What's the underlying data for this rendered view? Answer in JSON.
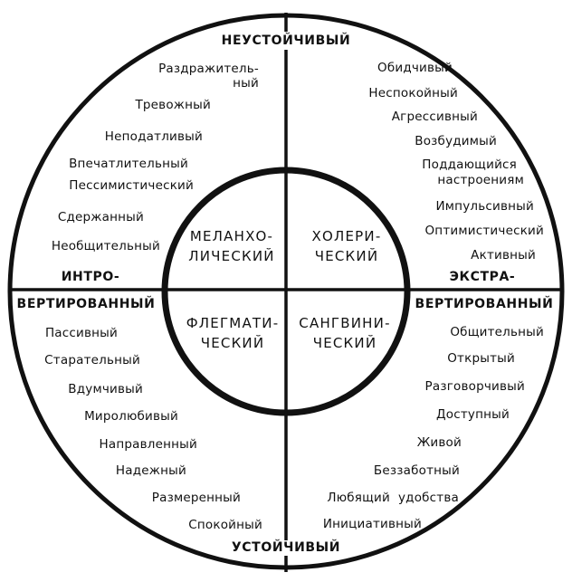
{
  "axes": {
    "top": "НЕУСТОЙЧИВЫЙ",
    "bottom": "УСТОЙЧИВЫЙ",
    "left_top": "ИНТРО-",
    "left_bottom": "ВЕРТИРОВАННЫЙ",
    "right_top": "ЭКСТРА-",
    "right_bottom": "ВЕРТИРОВАННЫЙ"
  },
  "temperaments": {
    "melancholic": [
      "МЕЛАНХО-",
      "ЛИЧЕСКИЙ"
    ],
    "choleric": [
      "ХОЛЕРИ-",
      "ЧЕСКИЙ"
    ],
    "phlegmatic": [
      "ФЛЕГМАТИ-",
      "ЧЕСКИЙ"
    ],
    "sanguine": [
      "САНГВИНИ-",
      "ЧЕСКИЙ"
    ]
  },
  "traits": {
    "melancholic": {
      "irritable": [
        "Раздражитель-",
        "ный"
      ],
      "items": [
        "Тревожный",
        "Неподатливый",
        "Впечатлительный",
        "Пессимистический",
        "Сдержанный",
        "Необщительный"
      ]
    },
    "choleric": [
      "Обидчивый",
      "Неспокойный",
      "Агрессивный",
      "Возбудимый",
      "Поддающийся",
      "настроениям",
      "Импульсивный",
      "Оптимистический",
      "Активный"
    ],
    "phlegmatic": [
      "Пассивный",
      "Старательный",
      "Вдумчивый",
      "Миролюбивый",
      "Направленный",
      "Надежный",
      "Размеренный",
      "Спокойный"
    ],
    "sanguine": [
      "Общительный",
      "Открытый",
      "Разговорчивый",
      "Доступный",
      "Живой",
      "Беззаботный",
      "Любящий  удобства",
      "Инициативный"
    ]
  },
  "colors": {
    "ink": "#111111",
    "background": "#ffffff"
  }
}
